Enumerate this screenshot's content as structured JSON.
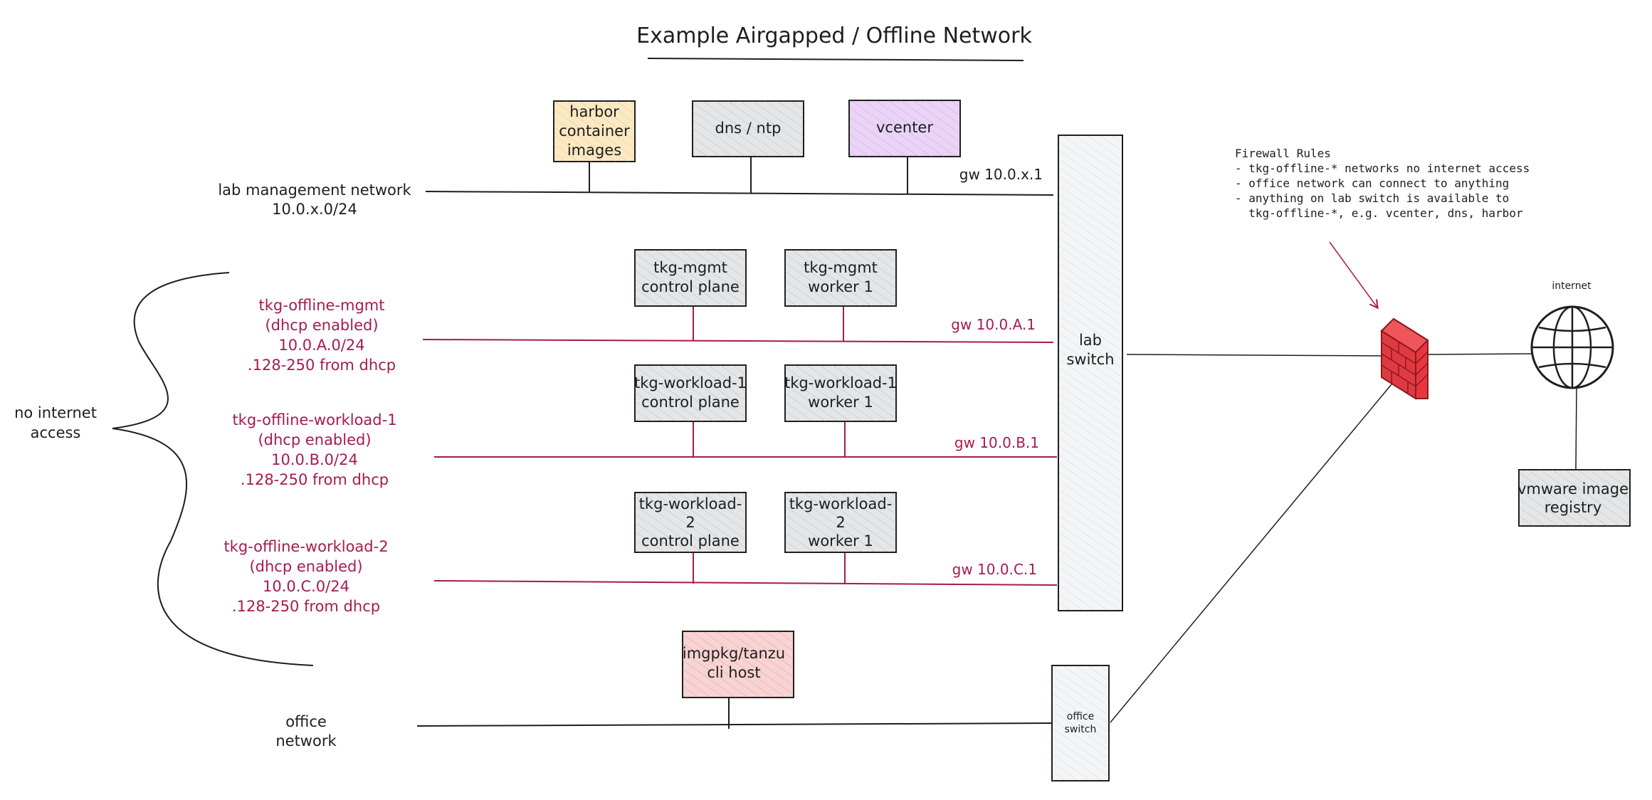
{
  "title": "Example Airgapped / Offline Network",
  "colors": {
    "ink": "#1e1e1e",
    "red_ink": "#a61b4f",
    "harbor_fill": "#fbe9c4",
    "vcenter_fill": "#ead3f5",
    "gray_fill": "#e3e5e7",
    "host_fill": "#f7d3d3",
    "firewall": "#e8363f"
  },
  "networks": {
    "lab_mgmt": {
      "name": "lab management network",
      "cidr": "10.0.x.0/24",
      "gateway": "gw 10.0.x.1"
    },
    "offline_mgmt": {
      "name": "tkg-offline-mgmt",
      "dhcp": "(dhcp enabled)",
      "cidr": "10.0.A.0/24",
      "range": ".128-250 from dhcp",
      "gateway": "gw 10.0.A.1"
    },
    "offline_wl1": {
      "name": "tkg-offline-workload-1",
      "dhcp": "(dhcp enabled)",
      "cidr": "10.0.B.0/24",
      "range": ".128-250 from dhcp",
      "gateway": "gw 10.0.B.1"
    },
    "offline_wl2": {
      "name": "tkg-offline-workload-2",
      "dhcp": "(dhcp enabled)",
      "cidr": "10.0.C.0/24",
      "range": ".128-250 from dhcp",
      "gateway": "gw 10.0.C.1"
    },
    "office": {
      "line1": "office",
      "line2": "network"
    }
  },
  "no_internet": {
    "line1": "no internet",
    "line2": "access"
  },
  "boxes": {
    "harbor": [
      "harbor",
      "container",
      "images"
    ],
    "dns": [
      "dns / ntp"
    ],
    "vcenter": [
      "vcenter"
    ],
    "mgmt_cp": [
      "tkg-mgmt",
      "control plane"
    ],
    "mgmt_w1": [
      "tkg-mgmt",
      "worker 1"
    ],
    "wl1_cp": [
      "tkg-workload-1",
      "control plane"
    ],
    "wl1_w1": [
      "tkg-workload-1",
      "worker 1"
    ],
    "wl2_cp": [
      "tkg-workload-",
      "2",
      "control plane"
    ],
    "wl2_w1": [
      "tkg-workload-",
      "2",
      "worker 1"
    ],
    "cli_host": [
      "imgpkg/tanzu",
      "cli host"
    ],
    "registry": [
      "vmware image",
      "registry"
    ]
  },
  "lab_switch": [
    "lab",
    "switch"
  ],
  "office_switch": [
    "office",
    "switch"
  ],
  "internet_label": "internet",
  "firewall_rules": {
    "heading": "Firewall Rules",
    "lines": [
      "- tkg-offline-* networks no internet access",
      "- office network can connect to anything",
      "- anything on lab switch is available to",
      "  tkg-offline-*, e.g. vcenter, dns, harbor"
    ]
  }
}
